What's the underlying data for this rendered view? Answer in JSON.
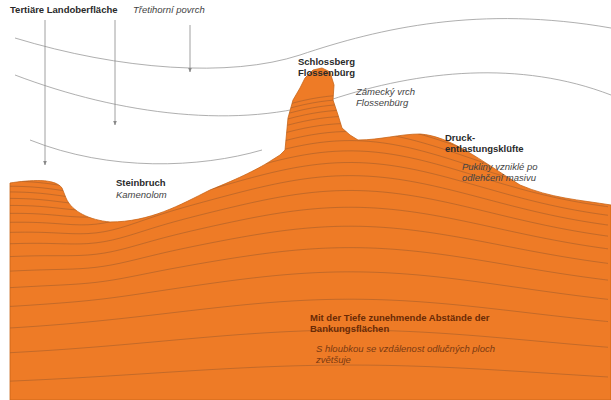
{
  "diagram": {
    "labels": [
      "Tertiäre Landoberfläche",
      "Třetihorní povrch",
      "Schlossberg Flossenbürg",
      "Zámecký vrch Flossenbürg",
      "Druck- entlastungsklüfte",
      "Pukliny vzniklé po odlehčení masivu",
      "Steinbruch",
      "Kamenolom",
      "Mit der Tiefe zunehmende Abstände der Bankungsflächen",
      "S hloubkou se vzdálenost odlučných ploch zvětšuje"
    ]
  }
}
